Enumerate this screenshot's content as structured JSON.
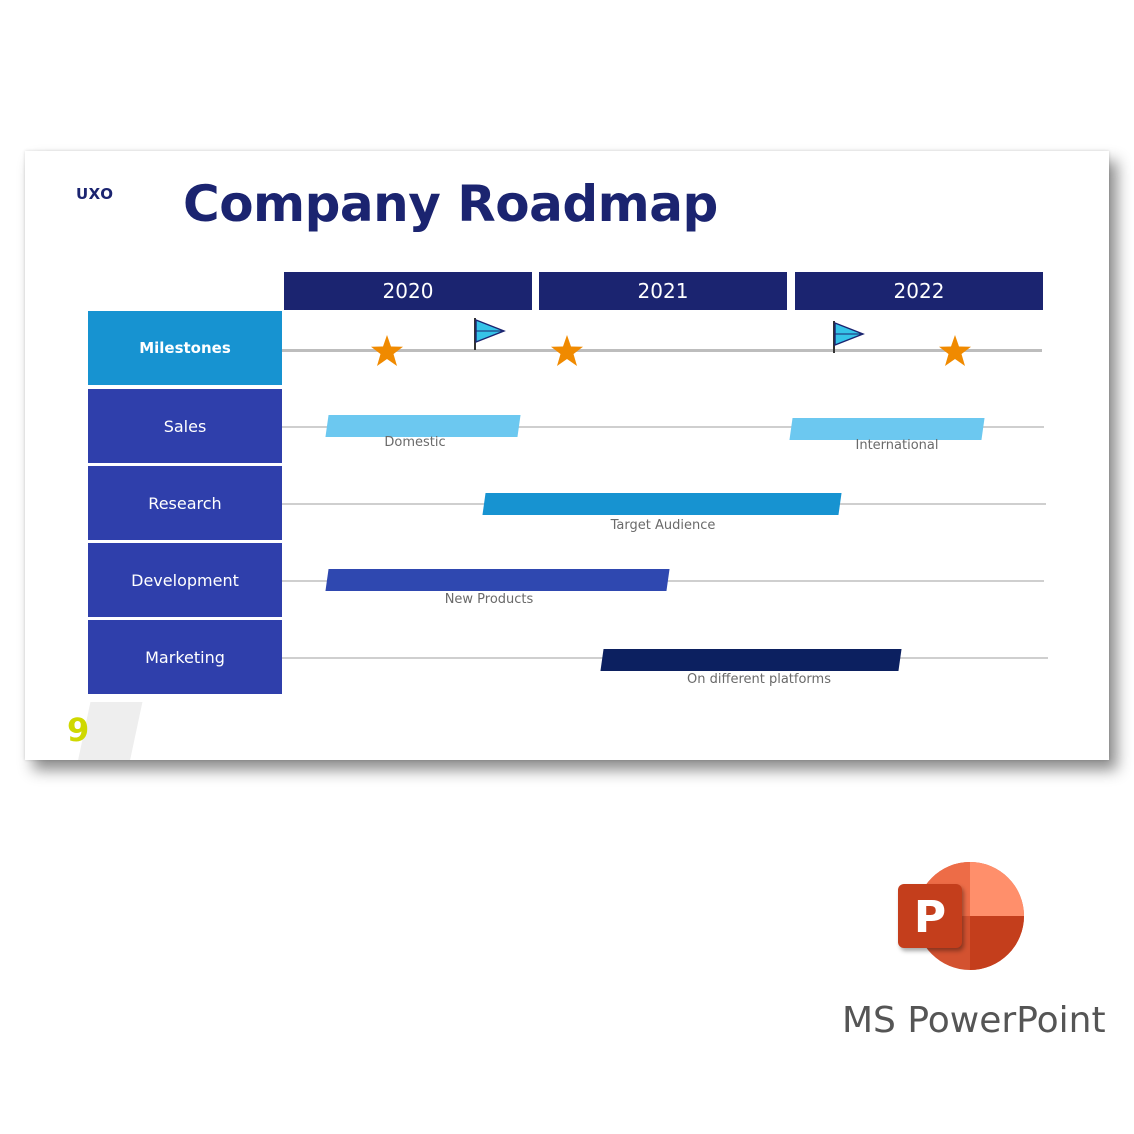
{
  "slide": {
    "brand": "UXO",
    "title": "Company Roadmap",
    "page_number": "9"
  },
  "years": [
    "2020",
    "2021",
    "2022"
  ],
  "rows": {
    "milestones": "Milestones",
    "sales": "Sales",
    "research": "Research",
    "development": "Development",
    "marketing": "Marketing"
  },
  "bars": {
    "domestic": "Domestic",
    "international": "International",
    "target_audience": "Target Audience",
    "new_products": "New Products",
    "on_different_platforms": "On different platforms"
  },
  "app": {
    "caption": "MS PowerPoint",
    "logo_letter": "P"
  },
  "colors": {
    "navy": "#1b2470",
    "milestone_blue": "#1793d1",
    "row_blue": "#2f3fab",
    "light_bar": "#6cc8f0",
    "mid_bar": "#1793d1",
    "dark_bar": "#2f48b0",
    "deep_bar": "#0c2060",
    "star": "#f08a00",
    "flag": "#35c3e8",
    "page_number": "#cfd800"
  }
}
